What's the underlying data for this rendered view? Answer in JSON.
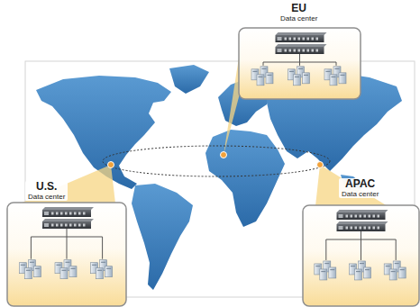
{
  "diagram": {
    "nodes": [
      {
        "text": [
          "EU",
          "Data center"
        ]
      },
      {
        "text": [
          "U.S.",
          "Data center"
        ]
      },
      {
        "text": [
          "APAC",
          "Data center"
        ]
      }
    ]
  }
}
